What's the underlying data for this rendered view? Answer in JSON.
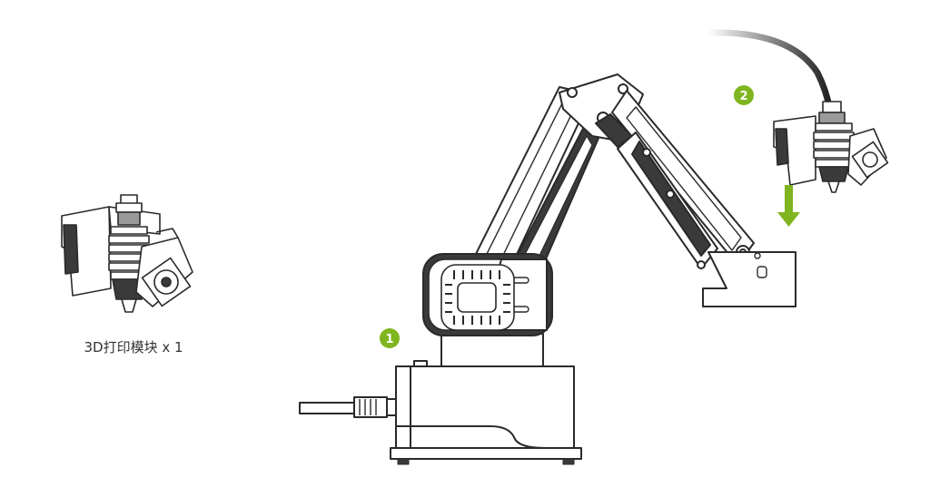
{
  "module_caption": "3D打印模块 x 1",
  "steps": [
    {
      "number": "1"
    },
    {
      "number": "2"
    }
  ],
  "colors": {
    "accent_green": "#7fb51f",
    "line": "#2a2a2a",
    "fill_dark": "#3a3a3a",
    "fill_mid": "#9a9a9a",
    "fill_light": "#ffffff"
  },
  "icons": [
    "3d-print-module-icon",
    "robot-arm-illustration",
    "down-arrow-icon",
    "cable-icon"
  ]
}
